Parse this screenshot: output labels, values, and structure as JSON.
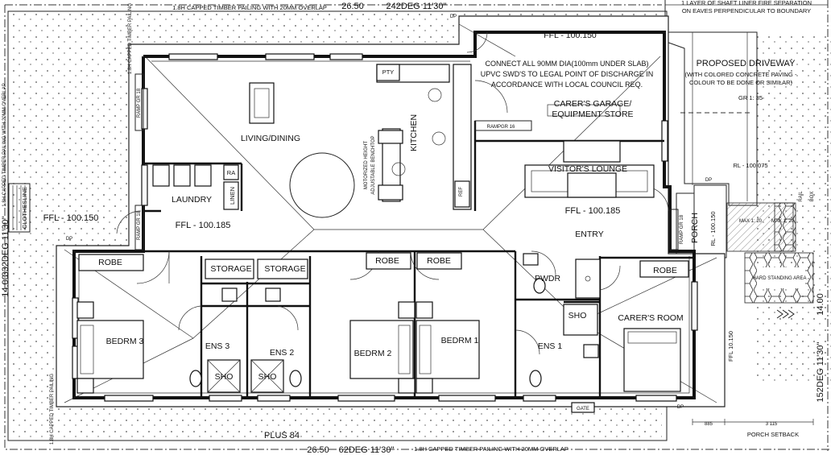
{
  "rooms": {
    "living_dining": "LIVING/DINING",
    "laundry": "LAUNDRY",
    "kitchen": "KITCHEN",
    "pantry": "PTY",
    "fridge": "REF",
    "ra": "RA",
    "linen": "LINEN",
    "garage_line1": "CARER'S GARAGE/",
    "garage_line2": "EQUIPMENT STORE",
    "visitors_lounge": "VISITOR'S LOUNGE",
    "entry": "ENTRY",
    "porch": "PORCH",
    "robe": "ROBE",
    "storage": "STORAGE",
    "bedrm3": "BEDRM 3",
    "bedrm2": "BEDRM 2",
    "bedrm1": "BEDRM 1",
    "ens3": "ENS 3",
    "ens2": "ENS 2",
    "ens1": "ENS 1",
    "sho": "SHO",
    "pwdr": "PWDR",
    "carers_room": "CARER'S ROOM",
    "hardstanding": "HARD STANDING AREA"
  },
  "levels": {
    "ffl_main": "FFL - 100.185",
    "ffl_main_2": "FFL - 100.185",
    "ffl_garage": "FFL - 100.150",
    "ffl_west": "FFL - 100.150",
    "ffl_east": "FFL 10.150",
    "rl_porch": "RL - 100.075",
    "rl_side": "RL - 100.150"
  },
  "boundary": {
    "top_fence": "1.8H CAPPED TIMBER PAILING WITH 20MM OVERLAP",
    "top_length": "26.50",
    "top_bearing": "242DEG 11'30\"",
    "bottom_length": "26.50",
    "bottom_bearing": "62DEG 11'30\"",
    "bottom_fence": "1.8H CAPPED TIMBER PAILING WITH 20MM OVERLAP",
    "left_length": "14.00",
    "left_bearing": "332DEG 11'30\"",
    "left_fence": "1.8H CAPPED TIMBER PAILING WITH 20MM OVERLAP",
    "right_bearing": "152DEG 11'30\"",
    "right_length": "14.00",
    "plus": "PLUS 84",
    "clothesline": "CLOTHESLINE",
    "capped_note": "1.8H CAPPED TIMBER PAILING",
    "capped_note_2": "1.8H CAPPED TIMBER PAILING"
  },
  "notes": {
    "fire_line1": "1 LAYER OF SHAFT LINER FIRE SEPARATION",
    "fire_line2": "ON EAVES PERPENDICULAR TO BOUNDARY",
    "stormwater_line1": "CONNECT ALL 90MM DIA(100mm UNDER SLAB)",
    "stormwater_line2": "UPVC SWD'S TO LEGAL POINT OF DISCHARGE IN",
    "stormwater_line3": "ACCORDANCE WITH LOCAL COUNCIL REQ.",
    "driveway_title": "PROPOSED DRIVEWAY",
    "driveway_line1": "(WITH COLORED CONCRETE PAVING -",
    "driveway_line2": "COLOUR TO BE DONE OR SIMILAR)",
    "gradient": "GR 1: 35",
    "ramp_main": "RAMPGR 16",
    "ramp_1": "RAMP GR 18",
    "ramp_2": "RAMP GR 18",
    "ramp_3": "RAMP GR 18",
    "motorized_line1": "MOTORIZED HEIGHT",
    "motorized_line2": "ADJUSTABLE BENCHTOP",
    "max_fall_1": "MAX 1: 20",
    "max_fall_2": "MAX 1: 20",
    "rail": "RAIL",
    "box": "BOX",
    "porch_setback": "PORCH SETBACK",
    "setback_885": "885",
    "setback_3115": "3 115",
    "gate": "GATE",
    "dp": "DP"
  }
}
